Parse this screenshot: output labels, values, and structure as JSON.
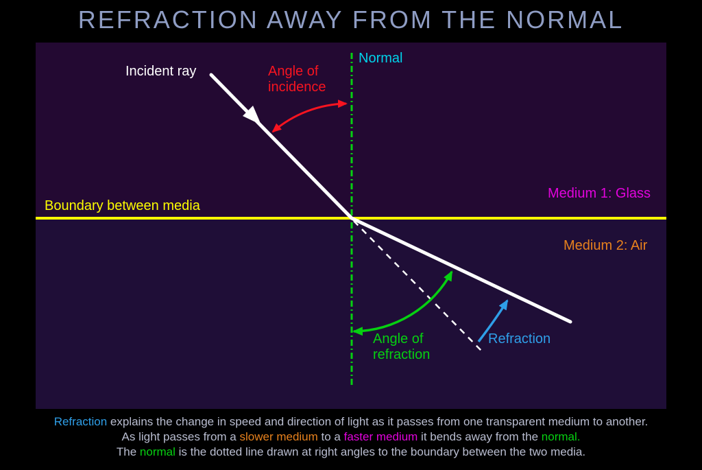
{
  "title": "REFRACTION AWAY FROM THE NORMAL",
  "colors": {
    "page_bg": "#000000",
    "glass_bg": "#230932",
    "air_bg": "#1f0e37",
    "ray_white": "#ffffff",
    "boundary_yellow": "#fdfd00",
    "normal_green": "#06d011",
    "incidence_red": "#f81420",
    "normal_label_cyan": "#00d2ea",
    "glass_magenta": "#e203dc",
    "air_orange": "#e7811d",
    "refraction_blue": "#2f9fe8",
    "title_color": "#8f9dc4",
    "caption_body": "#b9bdd0"
  },
  "diagram": {
    "labels": {
      "incident_ray": "Incident ray",
      "angle_of_incidence": "Angle of\nincidence",
      "normal": "Normal",
      "medium1": "Medium 1: Glass",
      "boundary": "Boundary between media",
      "medium2": "Medium 2: Air",
      "angle_of_refraction": "Angle of\nrefraction",
      "refraction": "Refraction"
    }
  },
  "caption": {
    "line1": [
      {
        "t": "Refraction",
        "c": "refraction_blue"
      },
      {
        "t": " explains the change in speed and direction of light as it passes from one transparent medium to another.",
        "c": "caption_body"
      }
    ],
    "line2": [
      {
        "t": "As light passes from a ",
        "c": "caption_body"
      },
      {
        "t": "slower medium",
        "c": "air_orange"
      },
      {
        "t": " to a ",
        "c": "caption_body"
      },
      {
        "t": "faster medium",
        "c": "glass_magenta"
      },
      {
        "t": " it bends away from the ",
        "c": "caption_body"
      },
      {
        "t": "normal.",
        "c": "normal_green"
      }
    ],
    "line3": [
      {
        "t": "The ",
        "c": "caption_body"
      },
      {
        "t": "normal",
        "c": "normal_green"
      },
      {
        "t": " is the dotted line drawn at right angles to the boundary between the two media.",
        "c": "caption_body"
      }
    ]
  }
}
